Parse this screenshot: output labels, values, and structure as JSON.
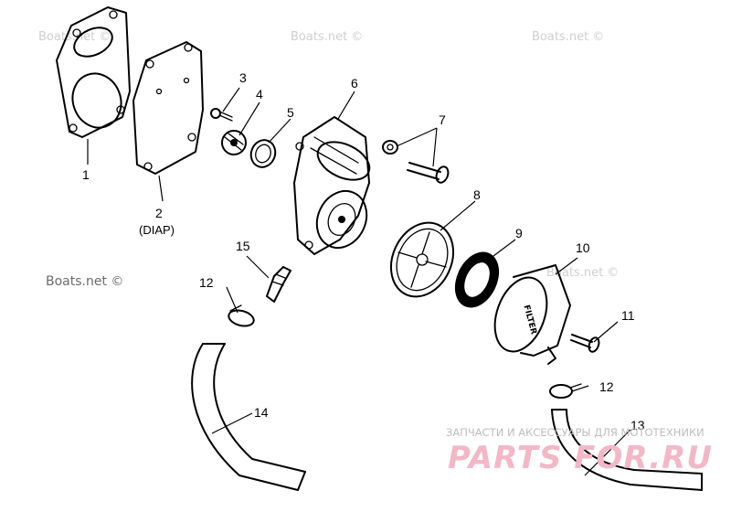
{
  "watermarks": {
    "top_left": "Boats.net ©",
    "top_mid": "Boats.net ©",
    "top_right": "Boats.net ©",
    "mid_left": "Boats.net ©",
    "mid_right": "Boats.net ©"
  },
  "brand": {
    "tagline": "ЗАПЧАСТИ И АКСЕССУАРЫ ДЛЯ МОТОТЕХНИКИ",
    "name": "PARTS FOR.RU"
  },
  "filter_marking": "FILTER",
  "parts": [
    {
      "number": "1"
    },
    {
      "number": "2",
      "note": "(DIAP)"
    },
    {
      "number": "3"
    },
    {
      "number": "4"
    },
    {
      "number": "5"
    },
    {
      "number": "6"
    },
    {
      "number": "7"
    },
    {
      "number": "8"
    },
    {
      "number": "9"
    },
    {
      "number": "10"
    },
    {
      "number": "11"
    },
    {
      "number": "12"
    },
    {
      "number": "12"
    },
    {
      "number": "13"
    },
    {
      "number": "14"
    },
    {
      "number": "15"
    }
  ]
}
